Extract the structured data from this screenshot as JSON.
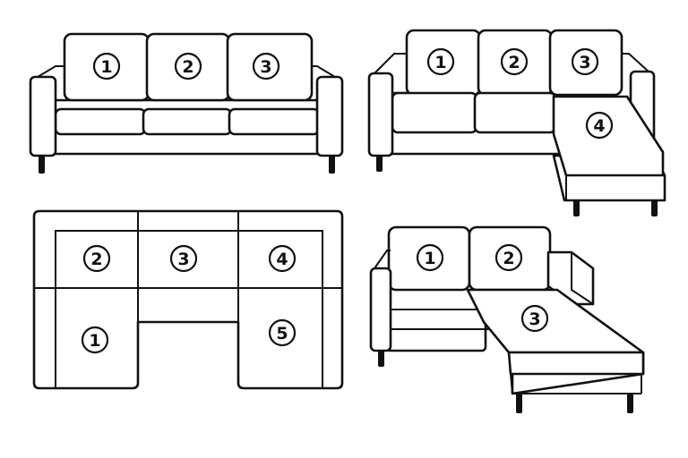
{
  "diagrams": [
    {
      "id": "sofa-three-seat",
      "seat_labels": [
        "1",
        "2",
        "3"
      ]
    },
    {
      "id": "sofa-with-chaise-right",
      "seat_labels": [
        "1",
        "2",
        "3",
        "4"
      ]
    },
    {
      "id": "u-shaped-sectional",
      "seat_labels": [
        "1",
        "2",
        "3",
        "4",
        "5"
      ]
    },
    {
      "id": "sofa-with-chaise-angled",
      "seat_labels": [
        "1",
        "2",
        "3"
      ]
    }
  ],
  "colors": {
    "line": "#111111",
    "fill": "#ffffff"
  }
}
